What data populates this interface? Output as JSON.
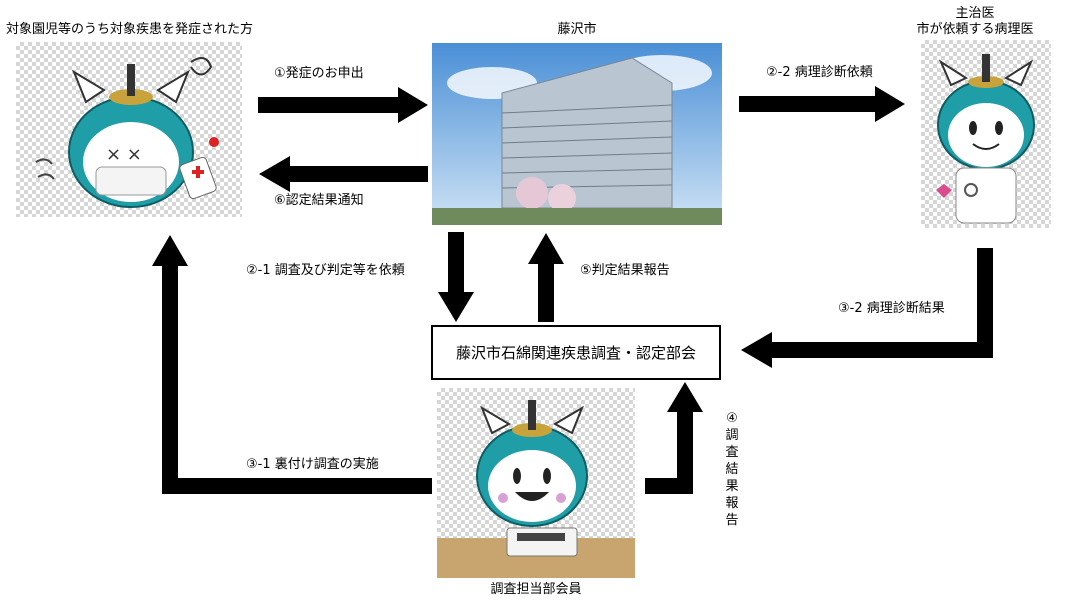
{
  "nodes": {
    "patient": "対象園児等のうち対象疾患を発症された方",
    "city": "藤沢市",
    "doctor_line1": "主治医",
    "doctor_line2": "市が依頼する病理医",
    "committee": "藤沢市石綿関連疾患調査・認定部会",
    "investigator": "調査担当部会員"
  },
  "arrows": {
    "a1": "①発症のお申出",
    "a6": "⑥認定結果通知",
    "a2_2": "②-2 病理診断依頼",
    "a2_1": "②-1 調査及び判定等を依頼",
    "a5": "⑤判定結果報告",
    "a3_2": "③-2 病理診断結果",
    "a3_1": "③-1 裏付け調査の実施",
    "a4": "④調査結果報告"
  },
  "colors": {
    "arrow": "#000000",
    "mascot_teal": "#1f9ea8",
    "crown_gold": "#c8a23a",
    "sky": "#4a8fd6"
  }
}
